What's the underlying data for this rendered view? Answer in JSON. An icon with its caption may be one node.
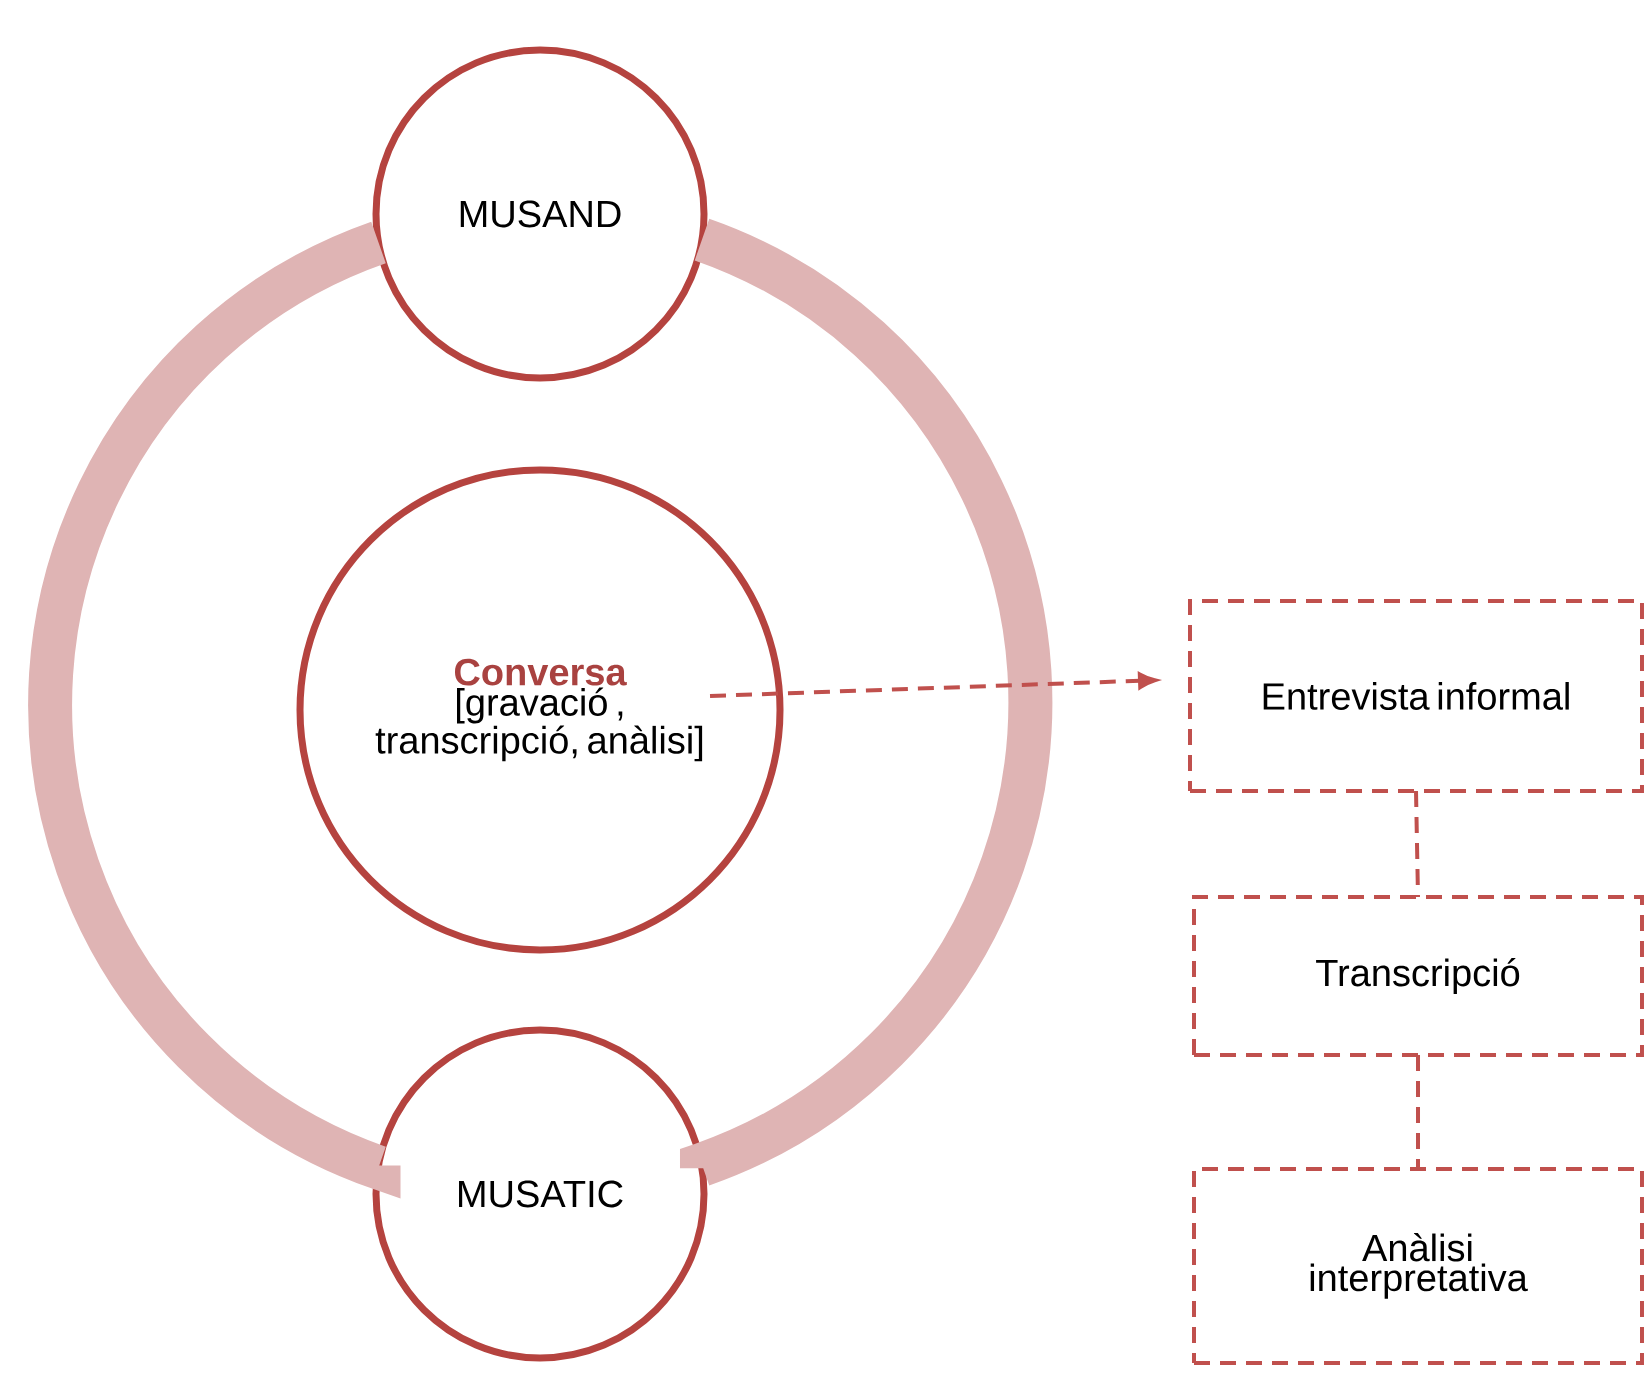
{
  "diagram": {
    "nodes": [
      {
        "text": [
          "MUSAND"
        ]
      },
      {
        "text": [
          "MUSATIC"
        ]
      },
      {
        "text": [
          "Conversa",
          "[gravació , transcripció, anàlisi]"
        ]
      },
      {
        "text": [
          "Entrevista informal"
        ]
      },
      {
        "text": [
          "Transcripció"
        ]
      },
      {
        "text": [
          "Anàlisi interpretativa"
        ]
      }
    ],
    "edges": [
      {
        "from": 0,
        "to": 1,
        "arrow": "none",
        "style": "thick",
        "color": "#dfb4b4"
      },
      {
        "from": 0,
        "to": 1,
        "arrow": "none",
        "style": "thick",
        "color": "#dfb4b4"
      },
      {
        "from": 2,
        "to": 3,
        "arrow": "to",
        "style": "dashed"
      },
      {
        "from": 3,
        "to": 4,
        "arrow": "none",
        "style": "dashed"
      },
      {
        "from": 4,
        "to": 5,
        "arrow": "none",
        "style": "dashed"
      }
    ]
  }
}
